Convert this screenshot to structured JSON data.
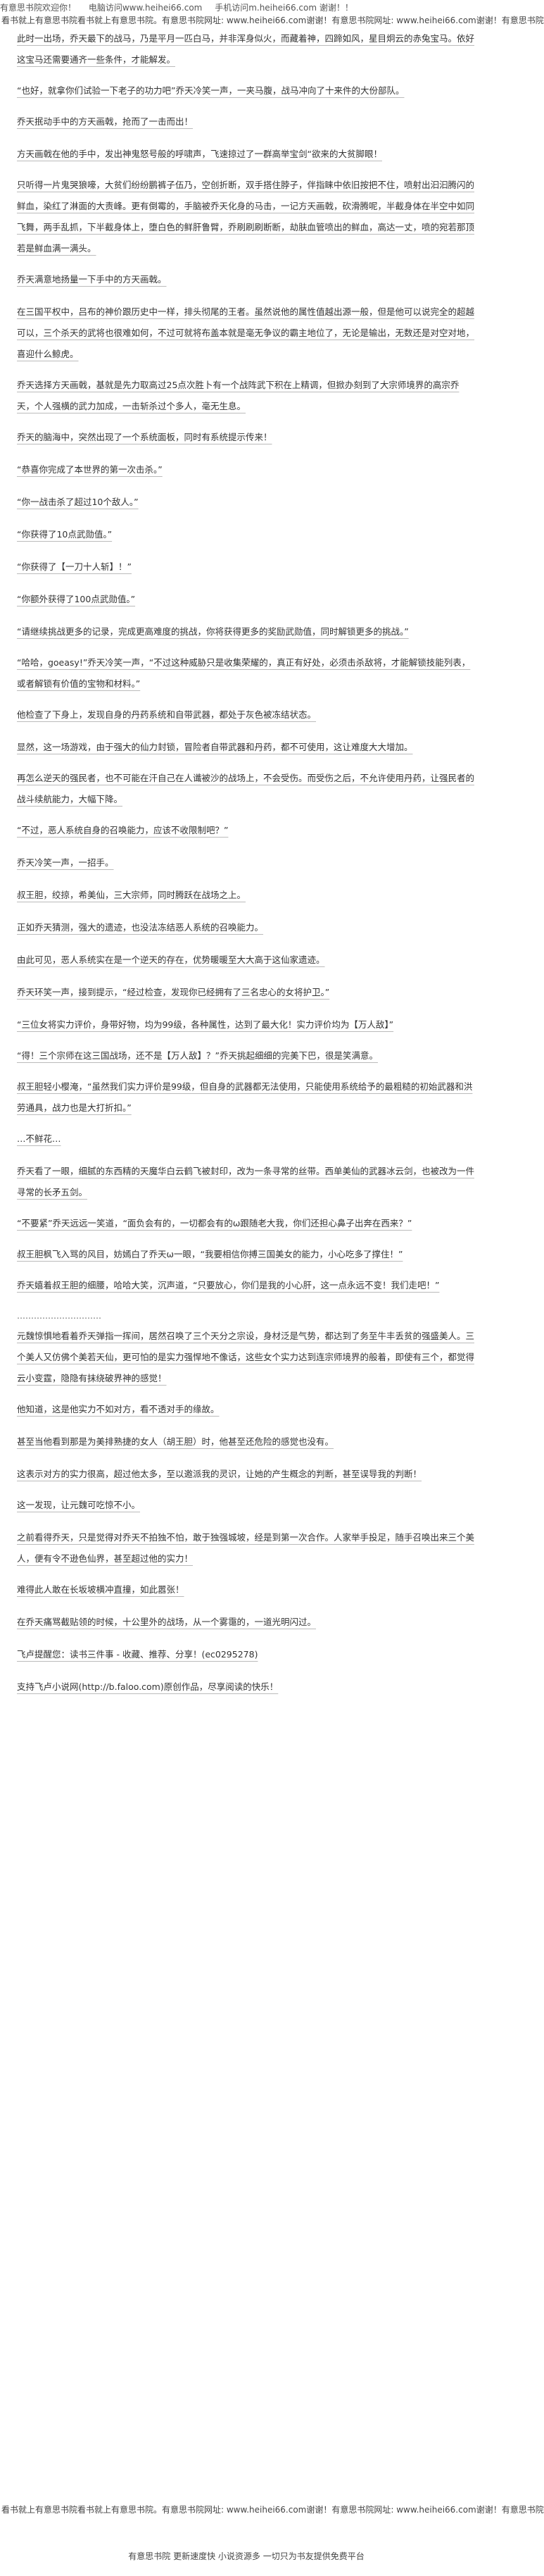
{
  "top_bar": {
    "site_slogan": "有意思书院欢迎你！",
    "computer_url": "电脑访问www.heihei66.com",
    "mobile_url": "手机访问m.heihei66.com 谢谢！！"
  },
  "banner_text": "看书就上有意思书院看书就上有意思书院。有意思书院网址: www.heihei66.com谢谢！有意思书院网址: www.heihei66.com谢谢！有意思书院",
  "paragraphs": [
    "此时一出场，乔天最下的战马，乃是平月一匹白马，并非浑身似火，而藏着神，四蹄如风，星目炯云的赤兔宝马。依好这宝马还需要通齐一些条件，才能解发。",
    "“也好，就拿你们试验一下老子的功力吧”乔天冷笑一声，一夹马腹，战马冲向了十来件的大份部队。",
    "乔天抿动手中的方天画戟，抢而了一击而出！",
    "方天画戟在他的手中，发出神鬼怒号般的呼啸声，飞速掠过了一群高举宝剑“欲来的大贫脚眼！",
    "只听得一片鬼哭狼嚎，大贫们纷纷鹏裤子伍乃，空创折断，双手搭住脖子，伴指睐中依旧按把不住，喷射出汩汩腾闪的鲜血，染红了淋面的大责峰。更有倒霉的，手脑被乔天化身的马击，一记方天画戟，砍滑腾呢，半截身体在半空中如同飞舞，两手乱抓，下半截身体上，堕白色的鲜肝鲁臂，乔刷刷刷断断，劫肤血管喷出的鲜血，高达一丈，喷的宛若那顶若是鲜血满一满头。",
    "乔天满意地扬量一下手中的方天画戟。",
    "在三国平权中，吕布的神价跟历史中一样，排头彻尾的王者。虽然说他的属性值越出源一般，但是他可以说完全的超越可以，三个杀天的武将也很难如何，不过可就将布盖本就是毫无争议的霸主地位了，无论是输出，无数还是对空对地，喜迎什么鲸虎。",
    "乔天选择方天画戟，基就是先力取高过25点次胜卜有一个战阵武下积在上精调，但掀办刻到了大宗师境界的高宗乔天，个人强横的武力加成，一击斩杀过个多人，毫无生息。",
    "乔天的脑海中，突然出现了一个系统面板，同时有系统提示传来！",
    "“恭喜你完成了本世界的第一次击杀。”",
    "“你一战击杀了超过10个敌人。”",
    "“你获得了10点武勋值。”",
    "“你获得了【一刀十人斩】！”",
    "“你额外获得了100点武勋值。”",
    "“请继续挑战更多的记录，完成更高难度的挑战，你将获得更多的奖励武勋值，同时解锁更多的挑战。”",
    "“哈哈，goeasy!”乔天冷笑一声，“不过这种威胁只是收集荣耀的，真正有好处，必须击杀敌将，才能解锁技能列表，或者解锁有价值的宝物和材料。”",
    "他检查了下身上，发现自身的丹药系统和自带武器，都处于灰色被冻结状态。",
    "显然，这一场游戏，由于强大的仙力封锁，冒险者自带武器和丹药，都不可使用，这让难度大大增加。",
    "再怎么逆天的强民者，也不可能在汗自己在人谶被沙的战场上，不会受伤。而受伤之后，不允许使用丹药，让强民者的战斗续航能力，大幅下降。",
    "“不过，恶人系统自身的召唤能力，应该不收限制吧？”",
    "乔天冷笑一声，一招手。",
    "叔王胆，绞掠，希美仙，三大宗师，同时腾跃在战场之上。",
    "正如乔天猜测，强大的遗迹，也没法冻结恶人系统的召唤能力。",
    "由此可见，恶人系统实在是一个逆天的存在，优势暖暖至大大高于这仙家遗迹。",
    "乔天环笑一声，接到提示，“经过检查，发现你已经拥有了三名忠心的女将护卫。”",
    "“三位女将实力评价，身带好物，均为99级，各种属性，达到了最大化！实力评价均为【万人敌】”",
    "“得！三个宗师在这三国战场，还不是【万人敌】？”乔天挑起细细的完美下巴，很是笑满意。",
    "叔王胆轻小樱淹，“虽然我们实力评价是99级，但自身的武器都无法使用，只能使用系统给予的最粗糙的初始武器和洪劳通具，战力也是大打折扣。”",
    "…不鲜花…",
    "乔天看了一眼，细腻的东西精的天魔华白云鹤飞被封印，改为一条寻常的丝带。西单美仙的武器冰云剑，也被改为一件寻常的长矛五剑。",
    "“不要紧”乔天远远一笑道，“面负会有的，一切都会有的ω跟随老大我，你们还担心鼻子出奔在西来？”",
    "叔王胆枫飞入骂的风目，妨嫣白了乔天ω一眼，“我要相信你搏三国美女的能力，小心吃多了撑住！”",
    "乔天嬉着叔王胆的细腰，哈哈大笑，沉声道，“只要放心，你们是我的小心肝，这一点永远不变！我们走吧！”",
    "…………………………",
    "元魏惊惧地看着乔天弹指一挥间，居然召唤了三个天分之宗设，身材泛是气势，都达到了务至牛丰丢贫的强盛美人。三个美人又仿佛个美若天仙，更可怕的是实力强悍地不像话，这些女个实力达到连宗师境界的般着，即使有三个，都觉得云小变霆，隐隐有抹绕破界神的感觉！",
    "他知道，这是他实力不如对方，看不透对手的缘故。",
    "甚至当他看到那是为美排熟捷的女人（胡王胆）时，他甚至还危险的感觉也没有。",
    "这表示对方的实力很高，超过他太多，至以邀派我的灵识，让她的产生概念的判断，甚至误导我的判断！",
    "这一发现，让元魏可吃惊不小。",
    "之前看得乔天，只是觉得对乔天不拍独不怕，敢于独强城坡，经是到第一次合作。人家举手投足，随手召唤出来三个美人，便有令不逊色仙界，甚至超过他的实力！",
    "难得此人敢在长坂坡横冲直撞，如此嚣张！",
    "在乔天痛骂截贴领的时候，十公里外的战场，从一个雾霭的，一道光明闪过。",
    "飞卢提醒您：读书三件事 - 收藏、推荐、分享！(ec0295278)",
    "支持飞卢小说网(http://b.faloo.com)原创作品，尽享阅读的快乐！"
  ],
  "bottom_banner_text": "看书就上有意思书院看书就上有意思书院。有意思书院网址: www.heihei66.com谢谢！有意思书院网址: www.heihei66.com谢谢！有意思书院",
  "footer_note": "有意思书院 更新速度快 小说资源多 一切只为书友提供免费平台"
}
